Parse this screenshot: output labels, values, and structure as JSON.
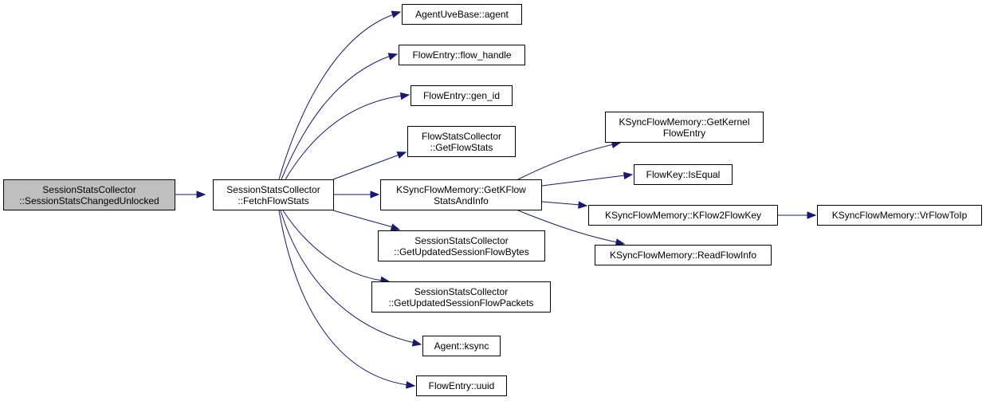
{
  "graph": {
    "colors": {
      "edge": "#191970",
      "root_fill": "#bfbfbf",
      "node_fill": "#ffffff",
      "border": "#000000"
    },
    "nodes": {
      "root": [
        "SessionStatsCollector",
        "::SessionStatsChangedUnlocked"
      ],
      "fetch": [
        "SessionStatsCollector",
        "::FetchFlowStats"
      ],
      "agentuve": [
        "AgentUveBase::agent"
      ],
      "flowhandle": [
        "FlowEntry::flow_handle"
      ],
      "genid": [
        "FlowEntry::gen_id"
      ],
      "getflowstats": [
        "FlowStatsCollector",
        "::GetFlowStats"
      ],
      "getkflow": [
        "KSyncFlowMemory::GetKFlow",
        "StatsAndInfo"
      ],
      "bytes": [
        "SessionStatsCollector",
        "::GetUpdatedSessionFlowBytes"
      ],
      "packets": [
        "SessionStatsCollector",
        "::GetUpdatedSessionFlowPackets"
      ],
      "ksync": [
        "Agent::ksync"
      ],
      "uuid": [
        "FlowEntry::uuid"
      ],
      "getkernel": [
        "KSyncFlowMemory::GetKernel",
        "FlowEntry"
      ],
      "isequal": [
        "FlowKey::IsEqual"
      ],
      "kflow2": [
        "KSyncFlowMemory::KFlow2FlowKey"
      ],
      "readflow": [
        "KSyncFlowMemory::ReadFlowInfo"
      ],
      "vrflow": [
        "KSyncFlowMemory::VrFlowToIp"
      ]
    }
  }
}
